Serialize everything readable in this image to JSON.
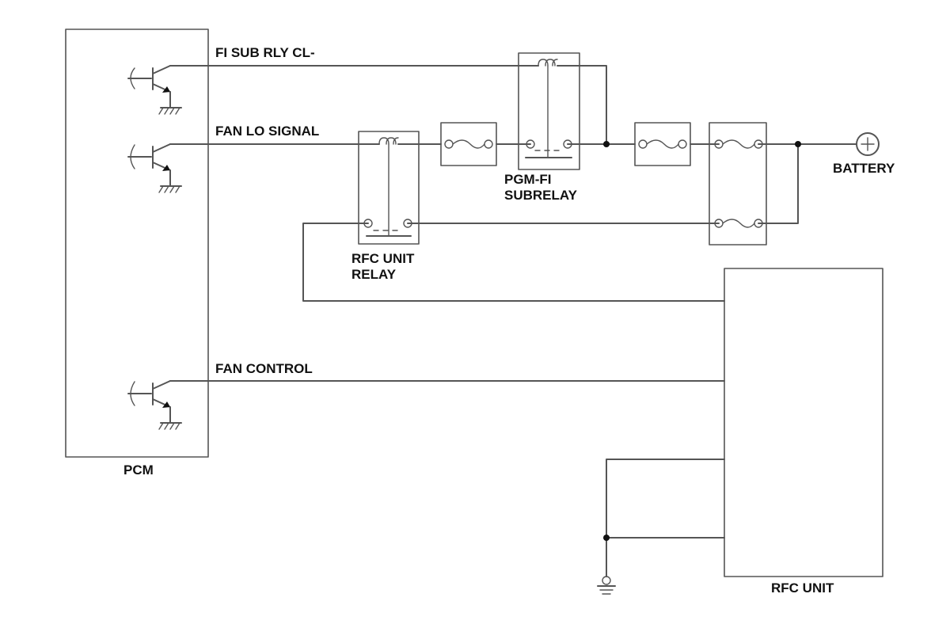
{
  "labels": {
    "fi_sub_rly": "FI SUB RLY CL-",
    "fan_lo_signal": "FAN LO SIGNAL",
    "fan_control": "FAN CONTROL",
    "pcm": "PCM",
    "pgm_fi_line1": "PGM-FI",
    "pgm_fi_line2": "SUBRELAY",
    "rfc_relay_line1": "RFC UNIT",
    "rfc_relay_line2": "RELAY",
    "battery": "BATTERY",
    "rfc_unit": "RFC UNIT"
  },
  "colors": {
    "wire": "#555555",
    "text": "#111111",
    "background": "#ffffff"
  },
  "icons": [
    "transistor-icon",
    "ground-icon",
    "fuse-icon",
    "relay-coil-icon",
    "relay-switch-icon",
    "battery-plus-icon",
    "chassis-ground-icon"
  ]
}
